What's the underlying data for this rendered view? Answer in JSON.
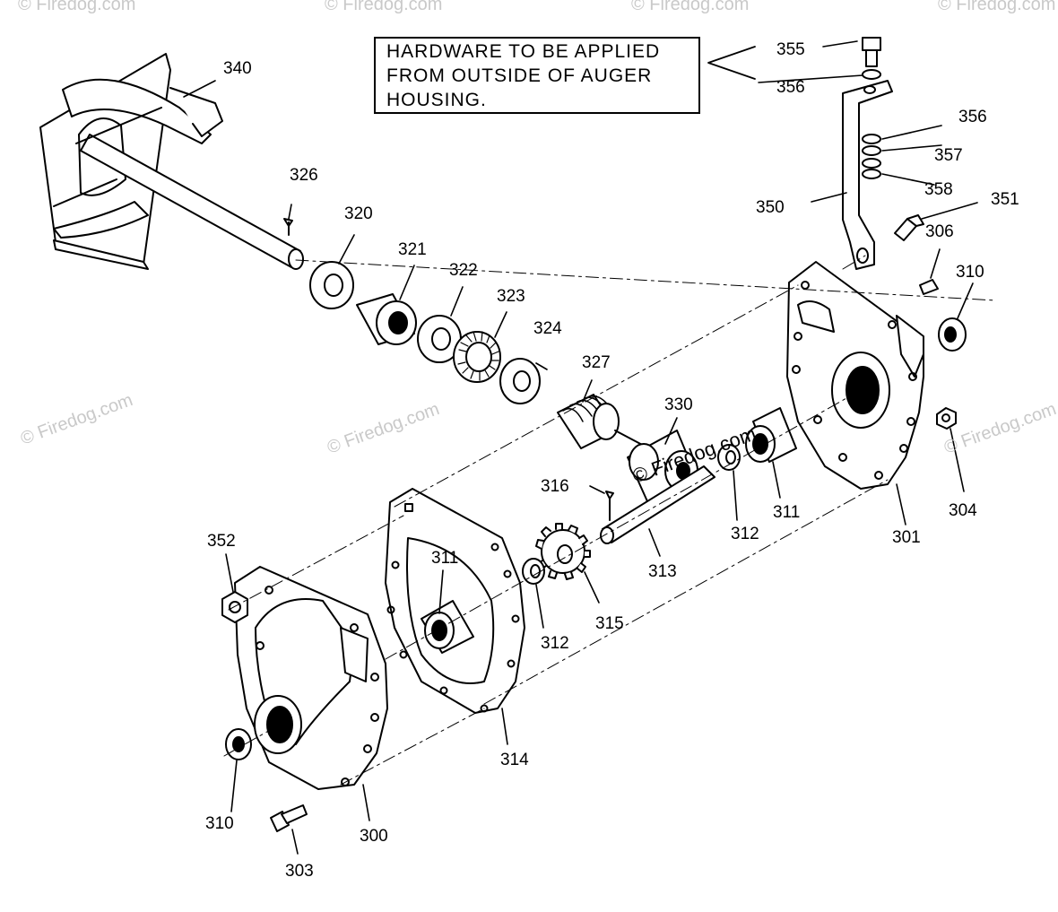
{
  "note": {
    "line1": "HARDWARE TO BE APPLIED",
    "line2": "FROM OUTSIDE OF AUGER",
    "line3": "HOUSING."
  },
  "callouts": [
    {
      "id": "340",
      "text": "340"
    },
    {
      "id": "326",
      "text": "326"
    },
    {
      "id": "320",
      "text": "320"
    },
    {
      "id": "321",
      "text": "321"
    },
    {
      "id": "322",
      "text": "322"
    },
    {
      "id": "323",
      "text": "323"
    },
    {
      "id": "324",
      "text": "324"
    },
    {
      "id": "327",
      "text": "327"
    },
    {
      "id": "330",
      "text": "330"
    },
    {
      "id": "355",
      "text": "355"
    },
    {
      "id": "356a",
      "text": "356"
    },
    {
      "id": "356b",
      "text": "356"
    },
    {
      "id": "357",
      "text": "357"
    },
    {
      "id": "358",
      "text": "358"
    },
    {
      "id": "350",
      "text": "350"
    },
    {
      "id": "351",
      "text": "351"
    },
    {
      "id": "306",
      "text": "306"
    },
    {
      "id": "310a",
      "text": "310"
    },
    {
      "id": "316",
      "text": "316"
    },
    {
      "id": "311a",
      "text": "311"
    },
    {
      "id": "311b",
      "text": "311"
    },
    {
      "id": "312a",
      "text": "312"
    },
    {
      "id": "312b",
      "text": "312"
    },
    {
      "id": "313",
      "text": "313"
    },
    {
      "id": "315",
      "text": "315"
    },
    {
      "id": "301",
      "text": "301"
    },
    {
      "id": "304",
      "text": "304"
    },
    {
      "id": "352",
      "text": "352"
    },
    {
      "id": "314",
      "text": "314"
    },
    {
      "id": "310b",
      "text": "310"
    },
    {
      "id": "300",
      "text": "300"
    },
    {
      "id": "303",
      "text": "303"
    }
  ],
  "watermarks": {
    "center": "© Firedog.com",
    "repeat": "© Firedog.com"
  }
}
